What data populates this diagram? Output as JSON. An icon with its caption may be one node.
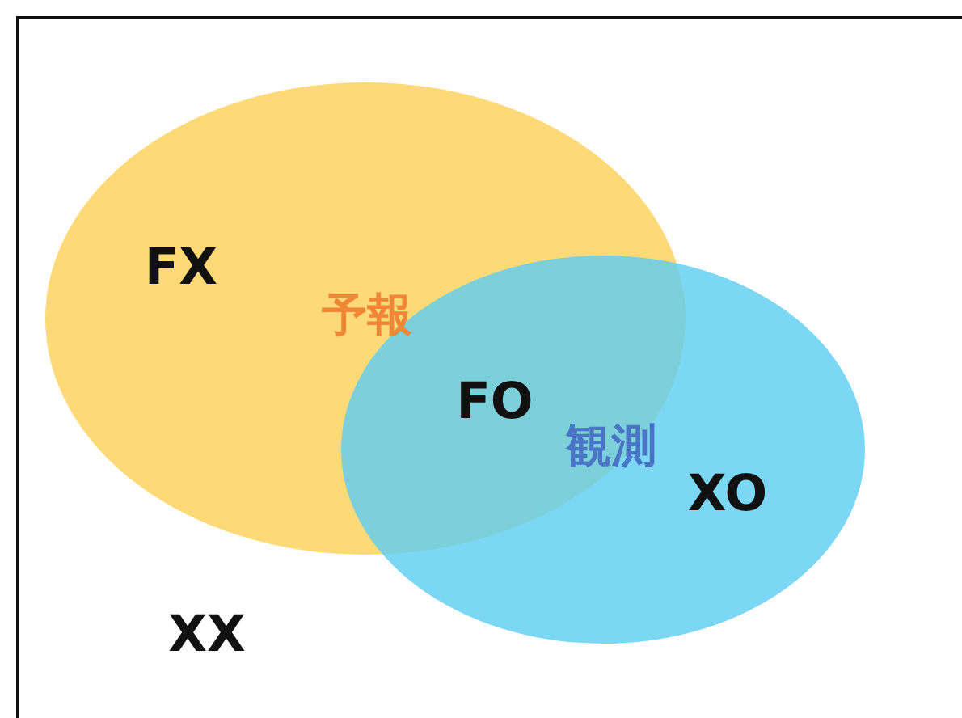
{
  "diagram": {
    "nodes": [
      {
        "text": [
          "予報"
        ]
      },
      {
        "text": [
          "観測"
        ]
      }
    ],
    "labels": [
      "FX",
      "FO",
      "XO",
      "XX"
    ]
  }
}
